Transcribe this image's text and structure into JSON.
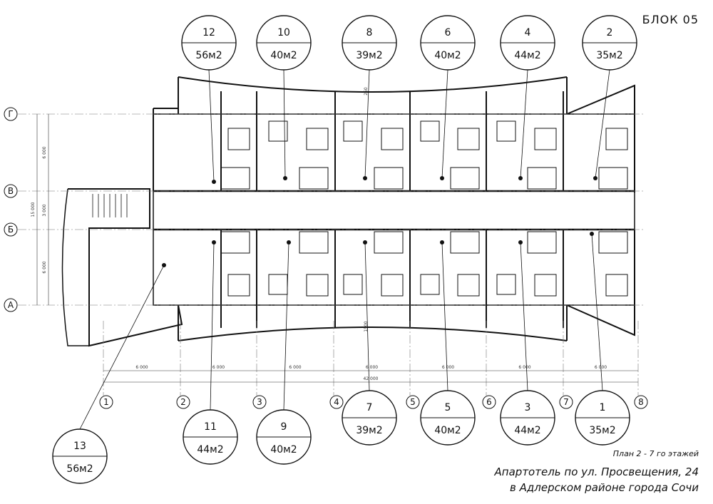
{
  "block_label": "БЛОК 05",
  "title": {
    "subtitle": "План 2 - 7 го этажей",
    "line1": "Апартотель по ул. Просвещения, 24",
    "line2": "в Адлерском районе города Сочи"
  },
  "grid_axes_rows": [
    "Г",
    "В",
    "Б",
    "А"
  ],
  "grid_axes_cols": [
    "1",
    "2",
    "3",
    "4",
    "5",
    "6",
    "7",
    "8"
  ],
  "row_spans": [
    "6 000",
    "3 000",
    "6 000",
    "15 000"
  ],
  "col_spans": [
    "6 000",
    "6 000",
    "6 000",
    "6 000",
    "6 000",
    "6 000",
    "6 000"
  ],
  "total_width": "42 000",
  "arc_labels": [
    "250",
    "1500"
  ],
  "apartments_top": [
    {
      "num": "12",
      "area": "56м2"
    },
    {
      "num": "10",
      "area": "40м2"
    },
    {
      "num": "8",
      "area": "39м2"
    },
    {
      "num": "6",
      "area": "40м2"
    },
    {
      "num": "4",
      "area": "44м2"
    },
    {
      "num": "2",
      "area": "35м2"
    }
  ],
  "apartments_bottom": [
    {
      "num": "13",
      "area": "56м2"
    },
    {
      "num": "11",
      "area": "44м2"
    },
    {
      "num": "9",
      "area": "40м2"
    },
    {
      "num": "7",
      "area": "39м2"
    },
    {
      "num": "5",
      "area": "40м2"
    },
    {
      "num": "3",
      "area": "44м2"
    },
    {
      "num": "1",
      "area": "35м2"
    }
  ]
}
